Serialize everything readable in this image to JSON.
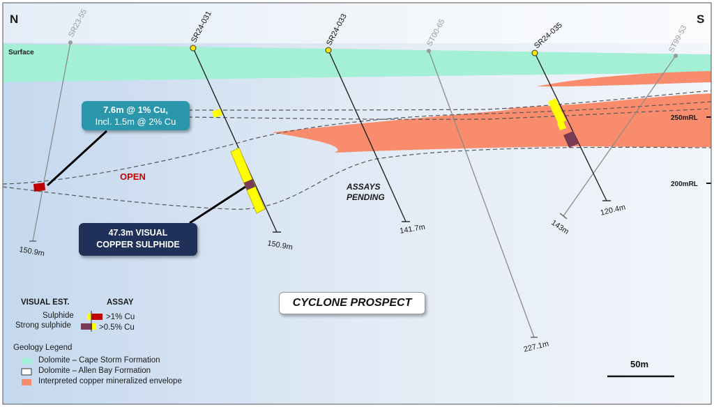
{
  "compass": {
    "north": "N",
    "south": "S"
  },
  "surface_label": "Surface",
  "elevations": [
    {
      "label": "250mRL"
    },
    {
      "label": "200mRL"
    }
  ],
  "holes": [
    {
      "id": "SR23-55",
      "depth": "150.9m",
      "status": "existing"
    },
    {
      "id": "SR24-031",
      "depth": "150.9m",
      "status": "current"
    },
    {
      "id": "SR24-033",
      "depth": "141.7m",
      "status": "current"
    },
    {
      "id": "ST00-65",
      "depth": "227.1m",
      "status": "existing"
    },
    {
      "id": "SR24-035",
      "depth": "120.4m",
      "status": "current"
    },
    {
      "id": "ST99-53",
      "depth": "143m",
      "status": "existing"
    }
  ],
  "annotations": {
    "open": "OPEN",
    "assays_pending_1": "ASSAYS",
    "assays_pending_2": "PENDING"
  },
  "callouts": {
    "cu_line1": "7.6m @ 1% Cu,",
    "cu_line2": "Incl. 1.5m @ 2% Cu",
    "sulphide_line1": "47.3m VISUAL",
    "sulphide_line2": "COPPER SULPHIDE"
  },
  "prospect_label": "CYCLONE PROSPECT",
  "scale_bar": {
    "label": "50m"
  },
  "legend": {
    "visual_est": "VISUAL EST.",
    "assay": "ASSAY",
    "sulphide": "Sulphide",
    "strong_sulphide": "Strong sulphide",
    "gt1": ">1% Cu",
    "gt05": ">0.5% Cu",
    "geology_title": "Geology Legend",
    "cape_storm": "Dolomite – Cape Storm Formation",
    "allen_bay": "Dolomite – Allen Bay Formation",
    "envelope": "Interpreted copper mineralized envelope"
  },
  "colors": {
    "cape_storm": "#a3f0d6",
    "allen_bay_top": "#dde8f5",
    "envelope": "#f98c6c",
    "visual_sulphide": "#ffff00",
    "strong_sulphide": "#7a3b56",
    "assay_gt1": "#c00000",
    "callout_teal": "#2b97ad",
    "callout_navy": "#1f3158",
    "open_red": "#cc0000"
  }
}
